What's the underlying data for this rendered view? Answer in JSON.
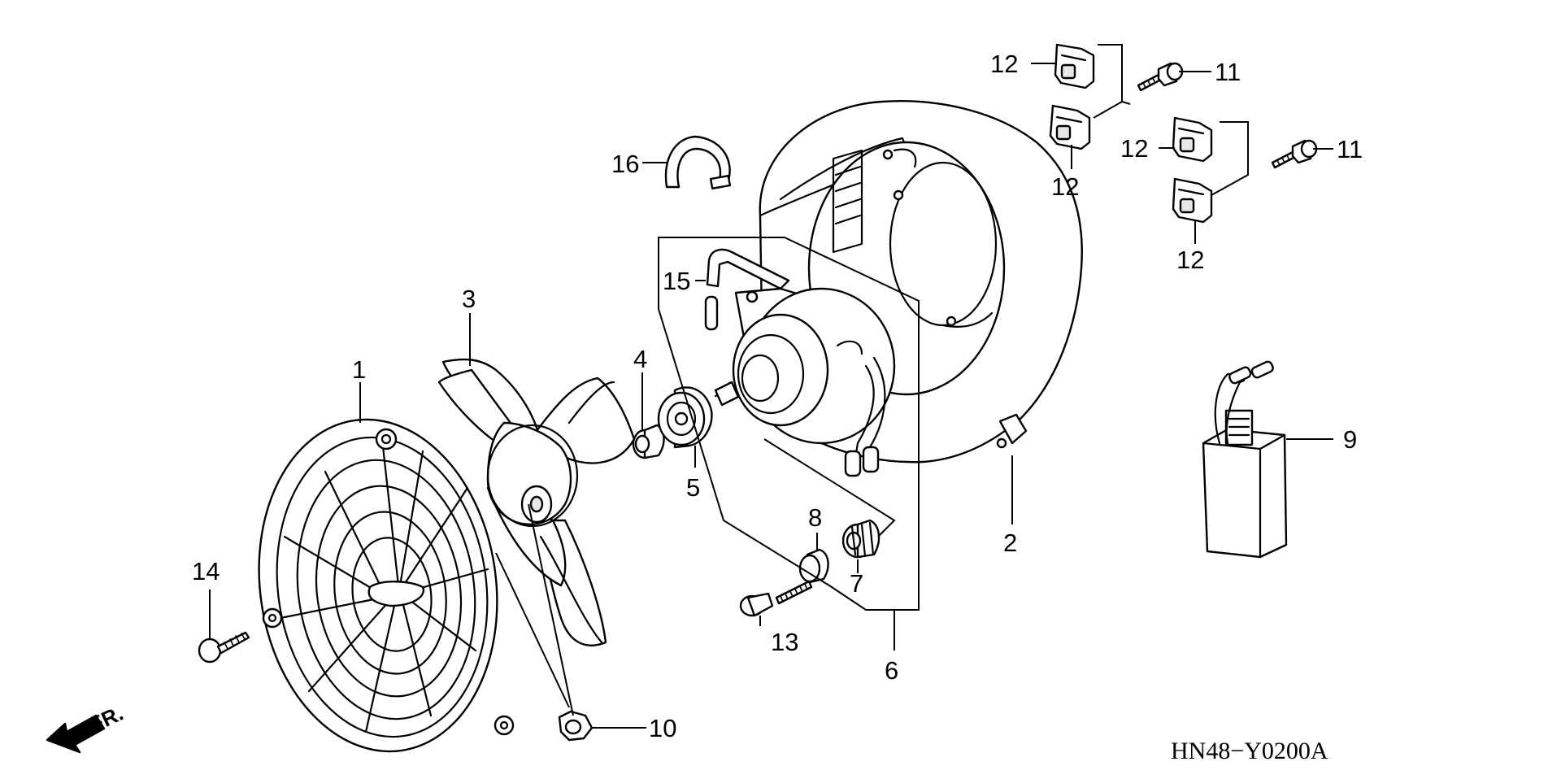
{
  "diagram": {
    "code": "HN48−Y0200A",
    "direction_label": "FR.",
    "labels": {
      "p1": "1",
      "p2": "2",
      "p3": "3",
      "p4": "4",
      "p5": "5",
      "p6": "6",
      "p7": "7",
      "p8": "8",
      "p9": "9",
      "p10": "10",
      "p11a": "11",
      "p11b": "11",
      "p12a": "12",
      "p12b": "12",
      "p12c": "12",
      "p12d": "12",
      "p13": "13",
      "p14": "14",
      "p15": "15",
      "p16": "16"
    }
  }
}
